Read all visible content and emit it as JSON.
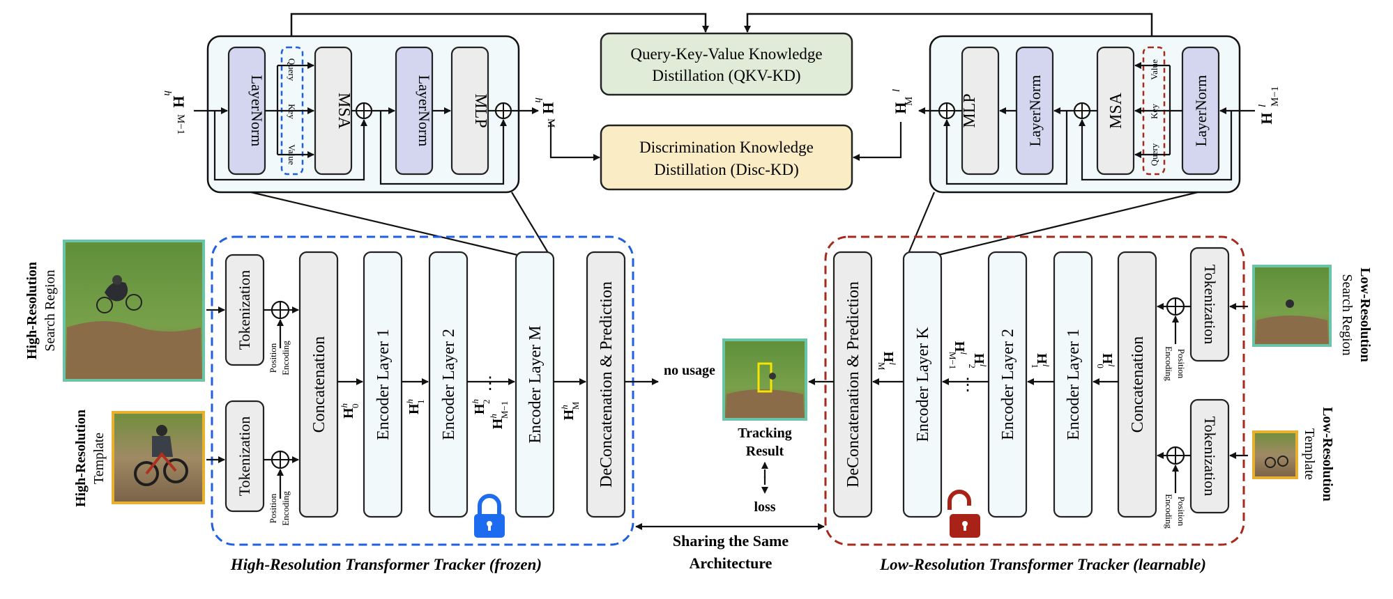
{
  "top": {
    "qkv_line1": "Query-Key-Value Knowledge",
    "qkv_line2": "Distillation (QKV-KD)",
    "disc_line1": "Discrimination Knowledge",
    "disc_line2": "Distillation (Disc-KD)",
    "layernorm": "LayerNorm",
    "msa": "MSA",
    "mlp": "MLP",
    "query": "Query",
    "key": "Key",
    "value": "Value",
    "h_in_left": "H",
    "h_in_left_sup": "h",
    "h_in_left_sub": "M−1",
    "h_out_left": "H",
    "h_out_left_sup": "h",
    "h_out_left_sub": "M",
    "h_out_right": "H",
    "h_out_right_sup": "l",
    "h_out_right_sub": "M",
    "h_in_right": "H",
    "h_in_right_sup": "l",
    "h_in_right_sub": "M−1"
  },
  "hr": {
    "search_label1": "High-Resolution",
    "search_label2": "Search Region",
    "template_label1": "High-Resolution",
    "template_label2": "Template",
    "tokenization": "Tokenization",
    "position_encoding1": "Position",
    "position_encoding2": "Encoding",
    "concatenation": "Concatenation",
    "encoder1": "Encoder Layer 1",
    "encoder2": "Encoder Layer 2",
    "encoderM": "Encoder Layer M",
    "decon": "DeConcatenation & Prediction",
    "no_usage": "no usage",
    "caption": "High-Resolution Transformer Tracker (frozen)",
    "dots": "⋮"
  },
  "lr": {
    "search_label1": "Low-Resolution",
    "search_label2": "Search Region",
    "template_label1": "Low-Resolution",
    "template_label2": "Template",
    "tokenization": "Tokenization",
    "position_encoding1": "Position",
    "position_encoding2": "Encoding",
    "concatenation": "Concatenation",
    "encoder1": "Encoder Layer 1",
    "encoder2": "Encoder Layer 2",
    "encoderK": "Encoder Layer K",
    "decon": "DeConcatenation & Prediction",
    "caption": "Low-Resolution Transformer Tracker (learnable)"
  },
  "middle": {
    "tracking1": "Tracking",
    "tracking2": "Result",
    "loss": "loss",
    "sharing1": "Sharing the Same",
    "sharing2": "Architecture"
  },
  "colors": {
    "blue_dash": "#1f5fe0",
    "red_dash": "#a52a1e",
    "layernorm_fill": "#d3d6ee",
    "gray_fill": "#ececec",
    "module_fill": "#f1f9fb",
    "qkv_fill": "#e0ecd8",
    "disc_fill": "#faecc4",
    "teal_frame": "#6cc4a8",
    "gold_frame": "#e8b030",
    "lock_blue": "#1d6cf0",
    "lock_red": "#a82218"
  }
}
